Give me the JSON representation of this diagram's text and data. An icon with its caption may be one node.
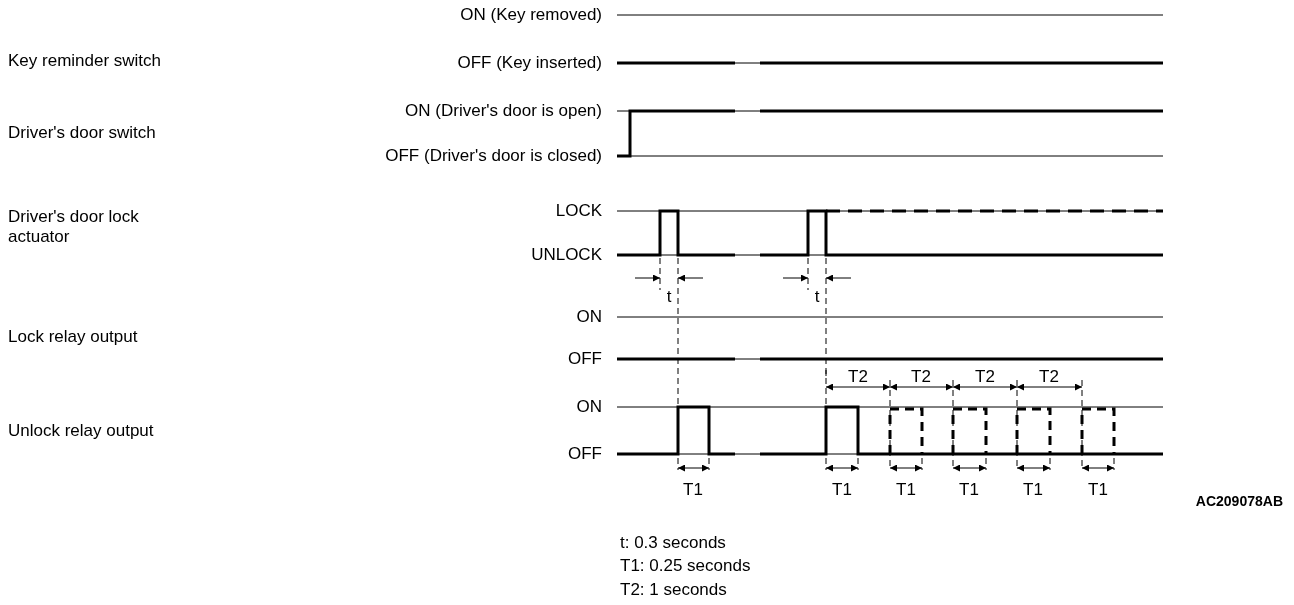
{
  "diagram": {
    "labels": [
      "ON (Key removed)",
      "Key reminder switch",
      "OFF (Key inserted)",
      "ON (Driver's door is open)",
      "Driver's door switch",
      "OFF (Driver's door is closed)",
      "Driver's door lock actuator",
      "LOCK",
      "UNLOCK",
      "t",
      "t",
      "ON",
      "Lock relay output",
      "OFF",
      "T2",
      "T2",
      "T2",
      "T2",
      "ON",
      "Unlock relay output",
      "OFF",
      "T1",
      "T1",
      "T1",
      "T1",
      "T1",
      "T1",
      "AC209078AB",
      "t: 0.3 seconds",
      "T1: 0.25 seconds",
      "T2: 1 seconds"
    ]
  }
}
